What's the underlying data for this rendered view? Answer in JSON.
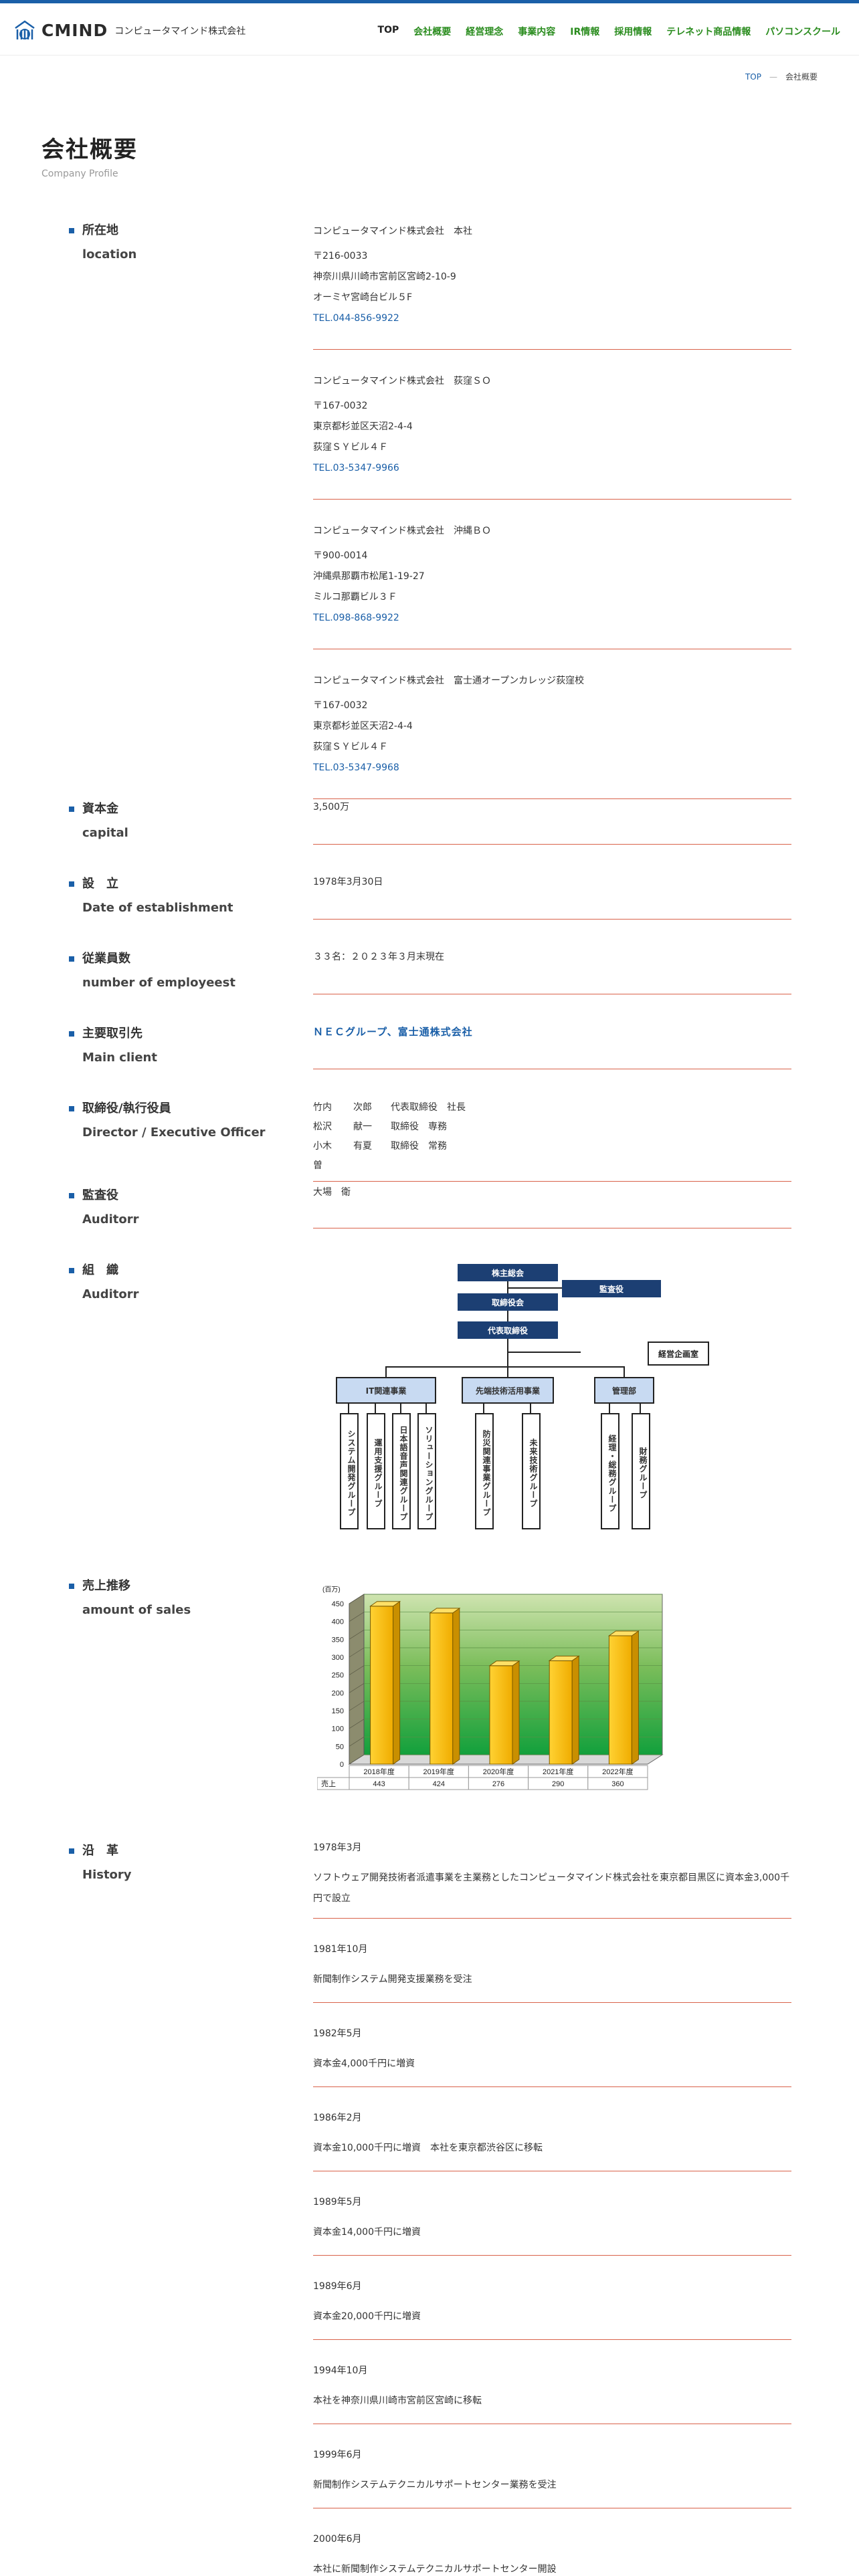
{
  "header": {
    "logo_text": "CMIND",
    "company_name": "コンピュータマインド株式会社",
    "nav": [
      "TOP",
      "会社概要",
      "経営理念",
      "事業内容",
      "IR情報",
      "採用情報",
      "テレネット商品情報",
      "パソコンスクール"
    ]
  },
  "breadcrumb": {
    "home": "TOP",
    "separator": "—",
    "current": "会社概要"
  },
  "page": {
    "title": "会社概要",
    "subtitle": "Company Profile"
  },
  "location": {
    "label_ja": "所在地",
    "label_en": "location",
    "offices": [
      {
        "name": "コンピュータマインド株式会社　本社",
        "zip": "〒216-0033",
        "address": "神奈川県川崎市宮前区宮崎2-10-9",
        "building": "オーミヤ宮崎台ビル５F",
        "tel": "TEL.044-856-9922"
      },
      {
        "name": "コンピュータマインド株式会社　荻窪ＳＯ",
        "zip": "〒167-0032",
        "address": "東京都杉並区天沼2-4-4",
        "building": "荻窪ＳＹビル４Ｆ",
        "tel": "TEL.03-5347-9966"
      },
      {
        "name": "コンピュータマインド株式会社　沖縄ＢＯ",
        "zip": "〒900-0014",
        "address": "沖縄県那覇市松尾1-19-27",
        "building": "ミルコ那覇ビル３Ｆ",
        "tel": "TEL.098-868-9922"
      },
      {
        "name": "コンピュータマインド株式会社　富士通オープンカレッジ荻窪校",
        "zip": "〒167-0032",
        "address": "東京都杉並区天沼2-4-4",
        "building": "荻窪ＳＹビル４Ｆ",
        "tel": "TEL.03-5347-9968"
      }
    ]
  },
  "capital": {
    "label_ja": "資本金",
    "label_en": "capital",
    "value": "3,500万"
  },
  "establishment": {
    "label_ja": "設　立",
    "label_en": "Date of establishment",
    "value": "1978年3月30日"
  },
  "employees": {
    "label_ja": "従業員数",
    "label_en": "number of employeest",
    "value": "３３名：２０２３年３月末現在"
  },
  "clients": {
    "label_ja": "主要取引先",
    "label_en": "Main client",
    "value": "ＮＥＣグループ、富士通株式会社"
  },
  "officers": {
    "label_ja": "取締役/執行役員",
    "label_en": "Director / Executive Officer",
    "rows": [
      {
        "surname": "竹内",
        "given": "次郎",
        "title": "代表取締役　社長"
      },
      {
        "surname": "松沢",
        "given": "献一",
        "title": "取締役　専務"
      },
      {
        "surname": "小木曽",
        "given": "有夏",
        "title": "取締役　常務"
      }
    ]
  },
  "auditor": {
    "label_ja": "監査役",
    "label_en": "Auditorr",
    "value": "大場　衛"
  },
  "organization": {
    "label_ja": "組　織",
    "label_en": "Auditorr",
    "top": [
      "株主総会",
      "取締役会",
      "代表取締役"
    ],
    "audit": "監査役",
    "planning": "経営企画室",
    "divisions": [
      {
        "name": "IT関連事業",
        "groups": [
          "システム開発グループ",
          "運用支援グループ",
          "日本語音声関連グループ",
          "ソリューショングループ"
        ]
      },
      {
        "name": "先端技術活用事業",
        "groups": [
          "防災関連事業グループ",
          "未来技術グループ"
        ]
      },
      {
        "name": "管理部",
        "groups": [
          "経理・総務グループ",
          "財務グループ"
        ]
      }
    ]
  },
  "sales": {
    "label_ja": "売上推移",
    "label_en": "amount of sales"
  },
  "chart_data": {
    "type": "bar",
    "unit_label": "(百万)",
    "categories": [
      "2018年度",
      "2019年度",
      "2020年度",
      "2021年度",
      "2022年度"
    ],
    "row_label": "売上",
    "values": [
      443,
      424,
      276,
      290,
      360
    ],
    "yticks": [
      0,
      50,
      100,
      150,
      200,
      250,
      300,
      350,
      400,
      450
    ],
    "ylim": [
      0,
      450
    ],
    "colors": {
      "bar": "#f5b800",
      "bar_side": "#c98f00",
      "bg_top": "#cfe4b0",
      "bg_bottom": "#1a9c3c"
    }
  },
  "history": {
    "label_ja": "沿　革",
    "label_en": "History",
    "items": [
      {
        "date": "1978年3月",
        "text": "ソフトウェア開発技術者派遣事業を主業務としたコンピュータマインド株式会社を東京都目黒区に資本金3,000千円で設立"
      },
      {
        "date": "1981年10月",
        "text": "新聞制作システム開発支援業務を受注"
      },
      {
        "date": "1982年5月",
        "text": "資本金4,000千円に増資"
      },
      {
        "date": "1986年2月",
        "text": "資本金10,000千円に増資　本社を東京都渋谷区に移転"
      },
      {
        "date": "1989年5月",
        "text": "資本金14,000千円に増資"
      },
      {
        "date": "1989年6月",
        "text": "資本金20,000千円に増資"
      },
      {
        "date": "1994年10月",
        "text": "本社を神奈川県川崎市宮前区宮崎に移転"
      },
      {
        "date": "1999年6月",
        "text": "新聞制作システムテクニカルサポートセンター業務を受注"
      },
      {
        "date": "2000年6月",
        "text": "本社に新聞制作システムテクニカルサポートセンター開設"
      }
    ]
  }
}
